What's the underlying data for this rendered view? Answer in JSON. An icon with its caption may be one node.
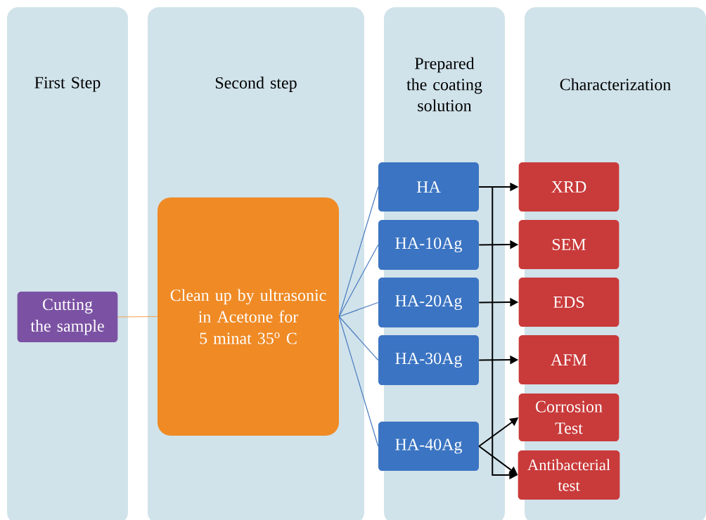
{
  "diagram": {
    "nodes": [
      {
        "text": [
          "First Step"
        ]
      },
      {
        "text": [
          "Second step"
        ]
      },
      {
        "text": [
          "Prepared the coating solution"
        ]
      },
      {
        "text": [
          "Characterization"
        ]
      },
      {
        "text": [
          "Cutting the sample"
        ],
        "in": 0
      },
      {
        "text": [
          "Clean up by ultrasonic in Acetone for 5 minat 35$^{o}$ C"
        ],
        "in": 1
      },
      {
        "text": [
          "HA"
        ],
        "in": 2
      },
      {
        "text": [
          "HA-10Ag"
        ],
        "in": 2
      },
      {
        "text": [
          "HA-20Ag"
        ],
        "in": 2
      },
      {
        "text": [
          "HA-30Ag"
        ],
        "in": 2
      },
      {
        "text": [
          "HA-40Ag"
        ],
        "in": 2
      },
      {
        "text": [
          "XRD"
        ],
        "in": 3
      },
      {
        "text": [
          "SEM"
        ],
        "in": 3
      },
      {
        "text": [
          "EDS"
        ],
        "in": 3
      },
      {
        "text": [
          "AFM"
        ],
        "in": 3
      },
      {
        "text": [
          "Corrosion Test"
        ],
        "in": 3
      },
      {
        "text": [
          "Antibacterial test"
        ],
        "in": 3
      }
    ],
    "edges": [
      {
        "from": 4,
        "to": 5,
        "arrow": "none",
        "color": "#f5a04a"
      },
      {
        "from": 5,
        "to": 6,
        "arrow": "none",
        "color": "#4a7cc0"
      },
      {
        "from": 5,
        "to": 7,
        "arrow": "none",
        "color": "#4a7cc0"
      },
      {
        "from": 5,
        "to": 8,
        "arrow": "none",
        "color": "#4a7cc0"
      },
      {
        "from": 5,
        "to": 9,
        "arrow": "none",
        "color": "#4a7cc0"
      },
      {
        "from": 5,
        "to": 10,
        "arrow": "none",
        "color": "#4a7cc0"
      },
      {
        "from": 6,
        "to": 11,
        "arrow": "to"
      },
      {
        "from": 7,
        "to": 12,
        "arrow": "to"
      },
      {
        "from": 8,
        "to": 13,
        "arrow": "to"
      },
      {
        "from": 9,
        "to": 14,
        "arrow": "to"
      },
      {
        "from": 10,
        "to": 15,
        "arrow": "to"
      },
      {
        "from": 10,
        "to": 16,
        "arrow": "to"
      },
      {
        "from": 6,
        "to": 16,
        "arrow": "to"
      }
    ]
  }
}
